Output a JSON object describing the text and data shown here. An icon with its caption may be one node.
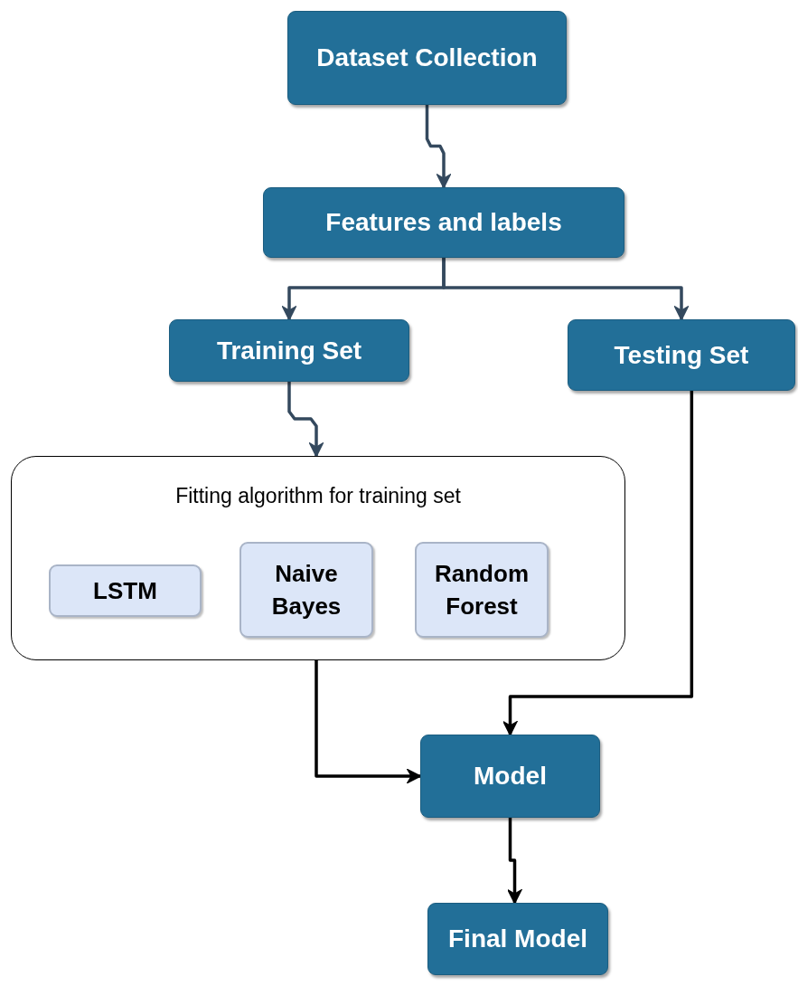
{
  "diagram": {
    "nodes": [
      {
        "text": [
          "Dataset Collection"
        ]
      },
      {
        "text": [
          "Features and labels"
        ]
      },
      {
        "text": [
          "Training Set"
        ]
      },
      {
        "text": [
          "Testing Set"
        ]
      },
      {
        "text": [
          "Fitting algorithm for training set"
        ]
      },
      {
        "text": [
          "LSTM"
        ],
        "in": 4
      },
      {
        "text": [
          "Naive Bayes"
        ],
        "in": 4
      },
      {
        "text": [
          "Random Forest"
        ],
        "in": 4
      },
      {
        "text": [
          "Model"
        ]
      },
      {
        "text": [
          "Final Model"
        ]
      }
    ],
    "edges": [
      {
        "from": 0,
        "to": 1,
        "arrow": "to"
      },
      {
        "from": 1,
        "to": 2,
        "arrow": "to"
      },
      {
        "from": 1,
        "to": 3,
        "arrow": "to"
      },
      {
        "from": 2,
        "to": 4,
        "arrow": "to"
      },
      {
        "from": 4,
        "to": 8,
        "arrow": "to",
        "color": "#000000"
      },
      {
        "from": 3,
        "to": 8,
        "arrow": "to",
        "color": "#000000"
      },
      {
        "from": 8,
        "to": 9,
        "arrow": "to",
        "color": "#000000"
      }
    ]
  }
}
